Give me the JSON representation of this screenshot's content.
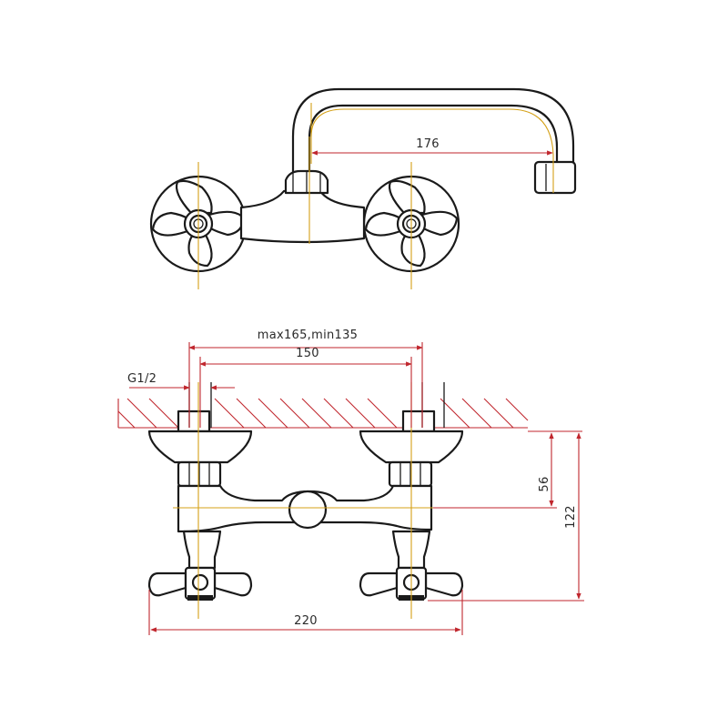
{
  "dimensions": {
    "spout_reach": "176",
    "inlet_spacing_range": "max165,min135",
    "inlet_spacing": "150",
    "thread_size": "G1/2",
    "wall_to_axis": "56",
    "wall_to_handles": "122",
    "overall_width": "220"
  },
  "colors": {
    "outline": "#1a1a1a",
    "centerline": "#d4a017",
    "dimension": "#c0262d"
  }
}
